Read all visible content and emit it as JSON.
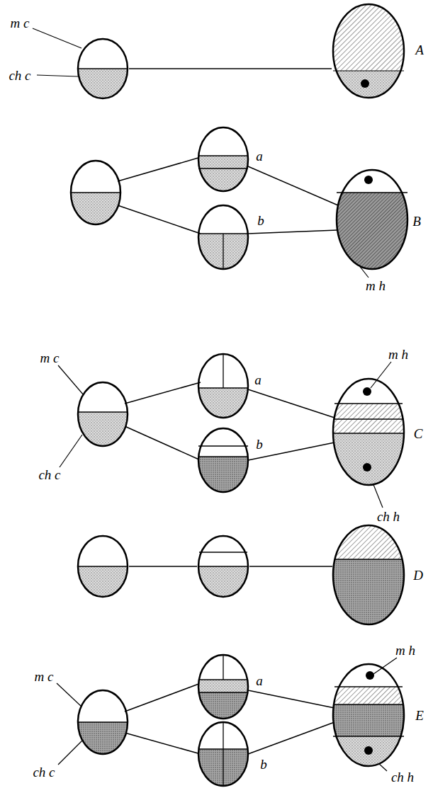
{
  "diagram": {
    "labels": [
      "m c",
      "ch c",
      "A",
      "a",
      "B",
      "b",
      "m h",
      "m c",
      "a",
      "m h",
      "C",
      "b",
      "ch c",
      "ch h",
      "D",
      "m h",
      "m c",
      "a",
      "E",
      "b",
      "ch c",
      "ch h"
    ]
  }
}
